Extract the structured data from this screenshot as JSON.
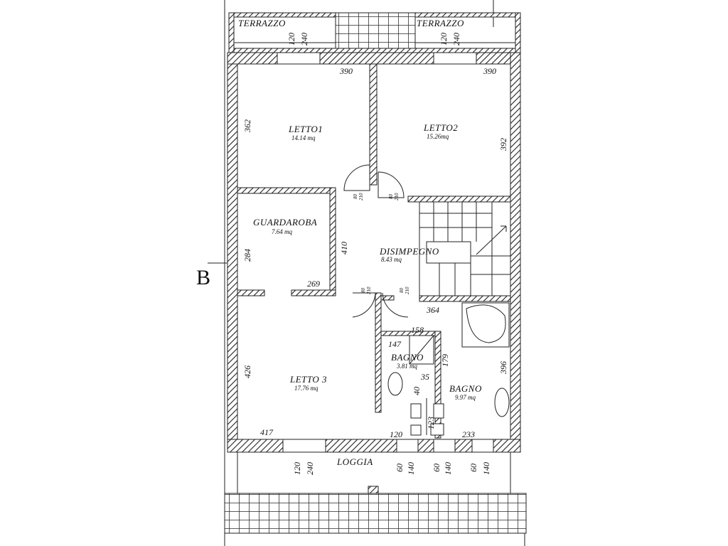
{
  "rooms": {
    "terrazzo_left": {
      "name": "TERRAZZO"
    },
    "terrazzo_right": {
      "name": "TERRAZZO"
    },
    "letto1": {
      "name": "LETTO1",
      "area": "14.14 mq"
    },
    "letto2": {
      "name": "LETTO2",
      "area": "15.26mq"
    },
    "guardaroba": {
      "name": "GUARDAROBA",
      "area": "7.64 mq"
    },
    "disimpegno": {
      "name": "DISIMPEGNO",
      "area": "8.43 mq"
    },
    "letto3": {
      "name": "LETTO 3",
      "area": "17.76 mq"
    },
    "bagno_small": {
      "name": "BAGNO",
      "area": "3.81 mq"
    },
    "bagno_large": {
      "name": "BAGNO",
      "area": "9.97 mq"
    },
    "loggia": {
      "name": "LOGGIA"
    }
  },
  "dimensions": {
    "terrazzo_l_120": "120",
    "terrazzo_l_240": "240",
    "terrazzo_r_120": "120",
    "terrazzo_r_240": "240",
    "letto1_width": "390",
    "letto2_width": "390",
    "letto1_depth": "362",
    "letto2_depth": "392",
    "guardaroba_depth": "284",
    "guardaroba_width": "269",
    "disimpegno_depth": "410",
    "bagno_large_width": "364",
    "bagno_large_depth": "396",
    "bagno_small_width": "158",
    "bagno_small_147": "147",
    "bagno_small_depth": "179",
    "bagno_35": "35",
    "bagno_40": "40",
    "letto3_depth": "426",
    "letto3_width": "417",
    "bagno_120": "120",
    "bagno_233": "233",
    "bagno_123": "123",
    "loggia_120": "120",
    "loggia_240": "240",
    "loggia_60a": "60",
    "loggia_140a": "140",
    "loggia_60b": "60",
    "loggia_140b": "140",
    "loggia_60c": "60",
    "loggia_140c": "140",
    "door_80": "80",
    "door_210": "210"
  },
  "section_mark": "B",
  "colors": {
    "wall": "#222222",
    "line": "#111111",
    "background": "#ffffff"
  }
}
